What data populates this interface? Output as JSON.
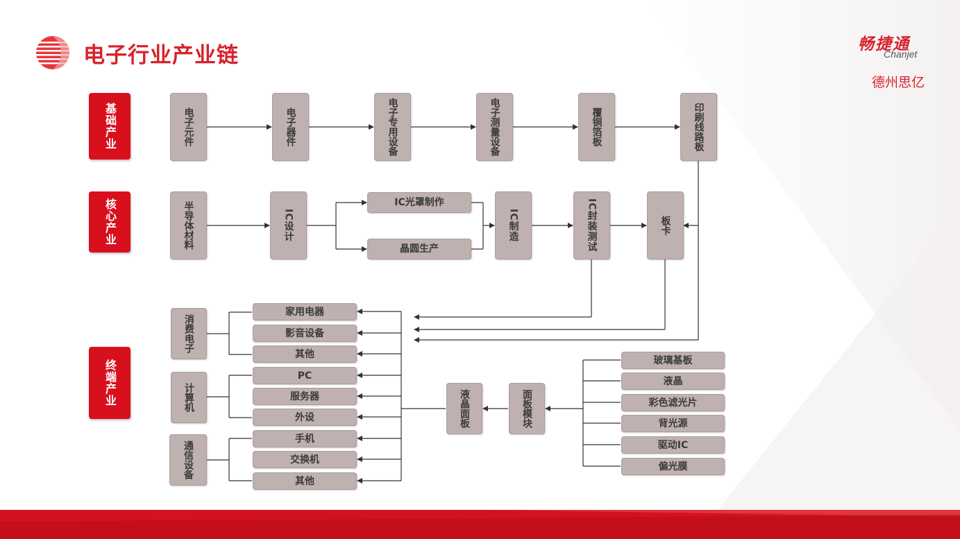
{
  "header": {
    "title": "电子行业产业链",
    "brand_cn": "畅捷通",
    "brand_en": "Chanjet",
    "company": "德州思亿"
  },
  "categories": {
    "basic": "基础产业",
    "core": "核心产业",
    "terminal": "终端产业"
  },
  "basic_row": [
    "电子元件",
    "电子器件",
    "电子专用设备",
    "电子测量设备",
    "覆铜箔板",
    "印刷线路板"
  ],
  "core_row": {
    "semiconductor": "半导体材料",
    "ic_design": "IC设计",
    "mask": "IC光罩制作",
    "wafer": "晶圆生产",
    "ic_mfg": "IC制造",
    "ic_package": "IC封装测试",
    "board_card": "板卡"
  },
  "terminal": {
    "consumer": "消费电子",
    "computer": "计算机",
    "telecom": "通信设备",
    "consumer_items": [
      "家用电器",
      "影音设备",
      "其他"
    ],
    "computer_items": [
      "PC",
      "服务器",
      "外设"
    ],
    "telecom_items": [
      "手机",
      "交换机",
      "其他"
    ],
    "lcd_panel": "液晶面板",
    "panel_module": "面板模块",
    "components": [
      "玻璃基板",
      "液晶",
      "彩色滤光片",
      "背光源",
      "驱动IC",
      "偏光膜"
    ]
  },
  "colors": {
    "accent": "#d8101e",
    "box": "#bfb1b0",
    "line": "#333333"
  }
}
